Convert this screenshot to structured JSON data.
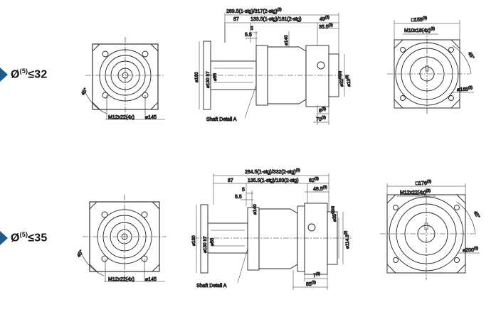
{
  "rows": [
    {
      "prefix": "Ø",
      "sup": "(5)",
      "rel": "≤32",
      "front": {
        "bolt_label": "M12x22(4x)",
        "pcd_label": "⌀145",
        "angle_label": "45°"
      },
      "side": {
        "total_label": "269.5(1-stg)/317(2-stg)",
        "total_sup": "(3)",
        "len87": "87",
        "len133": "133.5(1-stg)/181(2-stg)",
        "len49": "49",
        "len49_sup": "(3)",
        "len5": "5",
        "len55": "5.5",
        "len355": "35.5",
        "len355_sup": "(3)",
        "d140": "⌀140",
        "d160": "⌀160",
        "d130": "⌀130 h7",
        "d55": "⌀55",
        "d32": "⌀32",
        "d32_sup": "(3)(4)",
        "d13": "⌀13",
        "d13_sup": "(3)",
        "len8": "8",
        "len8_sup": "(3)",
        "len70": "70",
        "len70_sup": "(3)",
        "shaft_detail": "Shaft Detail A"
      },
      "rear": {
        "square_label": "□155",
        "square_sup": "(3)",
        "thread_label": "M10x18(4x)",
        "thread_sup": "(3)",
        "pcd_label": "⌀165",
        "pcd_sup": "(3)",
        "angle_label": "45°"
      }
    },
    {
      "prefix": "Ø",
      "sup": "(5)",
      "rel": "≤35",
      "front": {
        "bolt_label": "M12x22(4x)",
        "pcd_label": "⌀145",
        "angle_label": "45°"
      },
      "side": {
        "total_label": "284.5(1-stg)/332(2-stg)",
        "total_sup": "(3)",
        "len87": "87",
        "len135": "135.5(1-stg)/183(2-stg)",
        "len62": "62",
        "len62_sup": "(3)",
        "len5": "5",
        "len55": "5.5",
        "len485": "48.5",
        "len485_sup": "(3)",
        "d140": "⌀140",
        "d160": "⌀160",
        "d130": "⌀130 h7",
        "d55": "⌀55",
        "d35": "⌀35",
        "d35_sup": "(3)(4)",
        "d1143": "⌀114.3",
        "d1143_sup": "(3)",
        "len7": "7",
        "len7_sup": "(3)",
        "len85": "85",
        "len85_sup": "(3)",
        "shaft_detail": "Shaft Detail A"
      },
      "rear": {
        "square_label": "□176",
        "square_sup": "(3)",
        "thread_label": "M12x22(4x)",
        "thread_sup": "(3)",
        "pcd_label": "⌀200",
        "pcd_sup": "(3)",
        "angle_label": "45°"
      }
    }
  ]
}
